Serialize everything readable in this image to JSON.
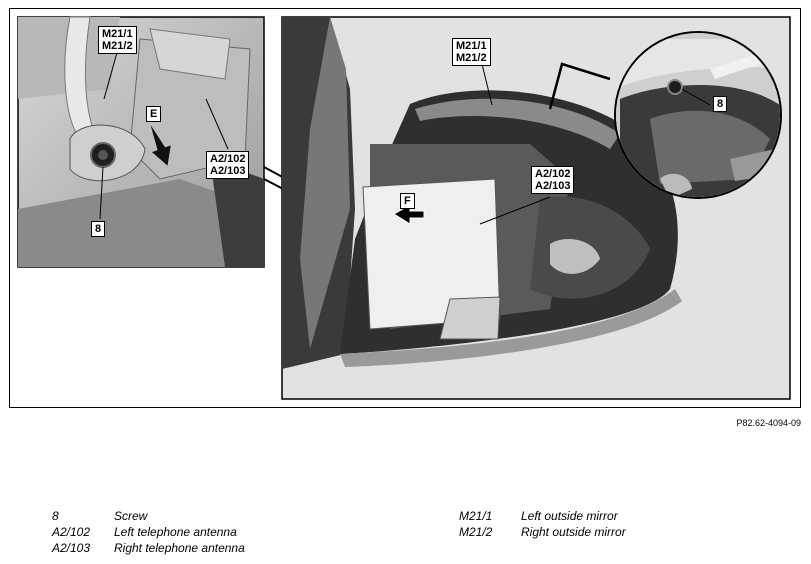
{
  "callouts": {
    "inset_mirror": [
      "M21/1",
      "M21/2"
    ],
    "inset_antenna": [
      "A2/102",
      "A2/103"
    ],
    "inset_screw": "8",
    "inset_arrow": "E",
    "main_mirror": [
      "M21/1",
      "M21/2"
    ],
    "main_antenna": [
      "A2/102",
      "A2/103"
    ],
    "main_arrow": "F",
    "zoom_screw": "8"
  },
  "figure_id": "P82.62-4094-09",
  "legend": {
    "left": [
      {
        "code": "8",
        "label": "Screw"
      },
      {
        "code": "A2/102",
        "label": "Left telephone antenna"
      },
      {
        "code": "A2/103",
        "label": "Right telephone antenna"
      }
    ],
    "right": [
      {
        "code": "M21/1",
        "label": "Left outside mirror"
      },
      {
        "code": "M21/2",
        "label": "Right outside mirror"
      }
    ]
  }
}
